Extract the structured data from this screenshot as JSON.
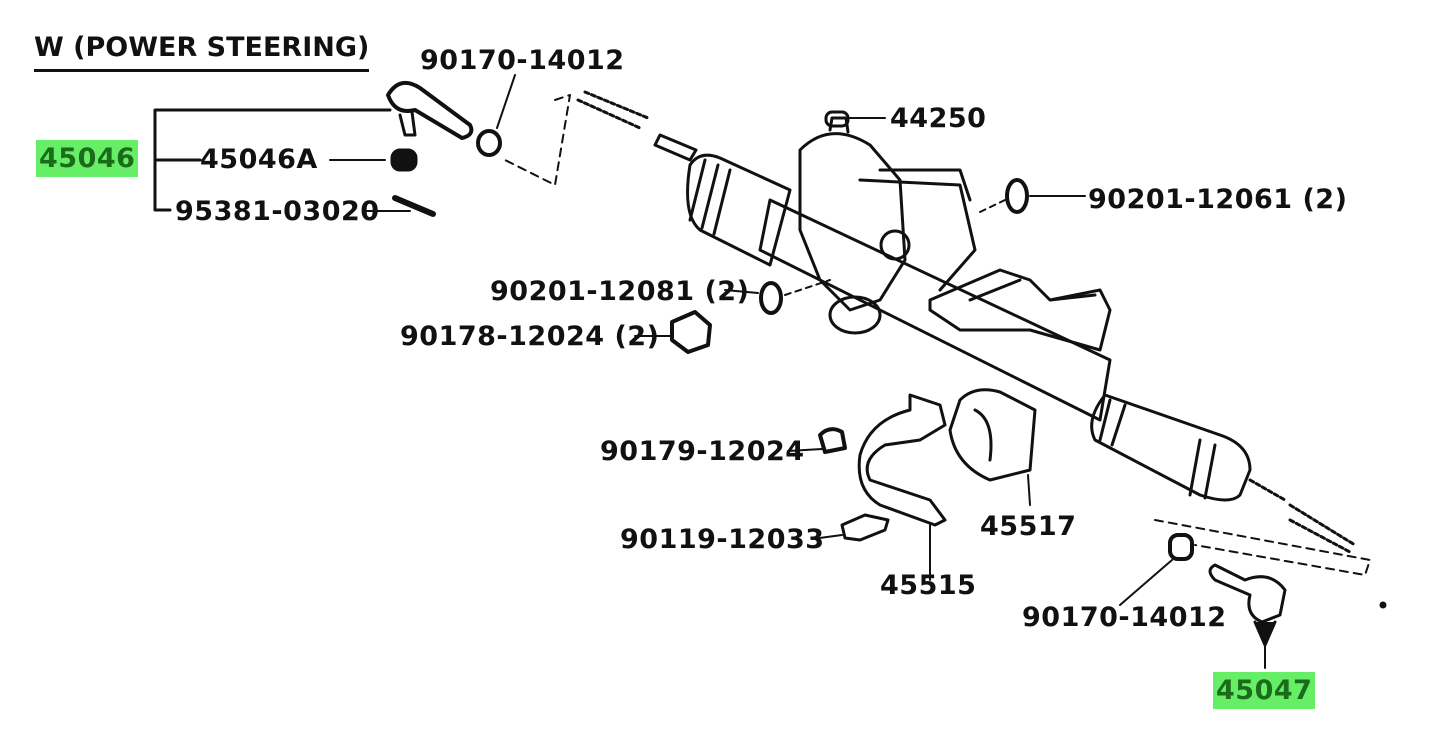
{
  "title": "W (POWER STEERING)",
  "labels": {
    "p90170_top": "90170-14012",
    "p45046": "45046",
    "p45046A": "45046A",
    "p95381": "95381-03020",
    "p44250": "44250",
    "p90201_12061": "90201-12061 (2)",
    "p90201_12081": "90201-12081 (2)",
    "p90178": "90178-12024 (2)",
    "p90179": "90179-12024",
    "p90119": "90119-12033",
    "p45515": "45515",
    "p45517": "45517",
    "p90170_bottom": "90170-14012",
    "p45047": "45047"
  },
  "colors": {
    "highlight": "#66ee66",
    "ink": "#111111"
  }
}
